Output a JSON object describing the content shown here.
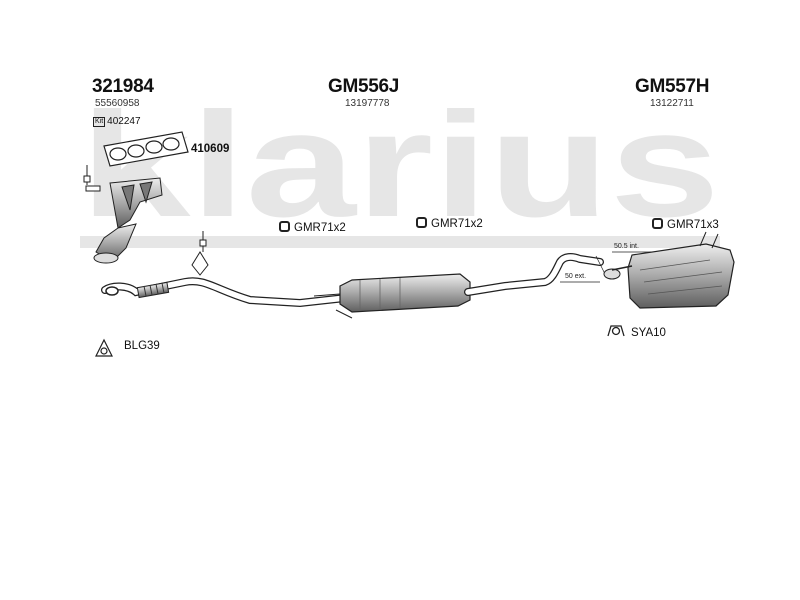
{
  "watermark": {
    "text": "klarius"
  },
  "parts": [
    {
      "id": "321984",
      "subcode": "55560958"
    },
    {
      "id": "GM556J",
      "subcode": "13197778"
    },
    {
      "id": "GM557H",
      "subcode": "13122711"
    }
  ],
  "kit": {
    "label": "Kit",
    "code": "402247"
  },
  "gasket": {
    "code": "410609"
  },
  "mounts": [
    {
      "label": "GMR71x2"
    },
    {
      "label": "GMR71x2"
    },
    {
      "label": "GMR71x3"
    }
  ],
  "dimensions": {
    "internal": "50.5 int.",
    "external": "50 ext."
  },
  "clamp": {
    "label": "BLG39"
  },
  "bracket": {
    "label": "SYA10"
  },
  "colors": {
    "watermark": "#e6e6e6",
    "line": "#222222",
    "metal": "#9a9a9a"
  }
}
